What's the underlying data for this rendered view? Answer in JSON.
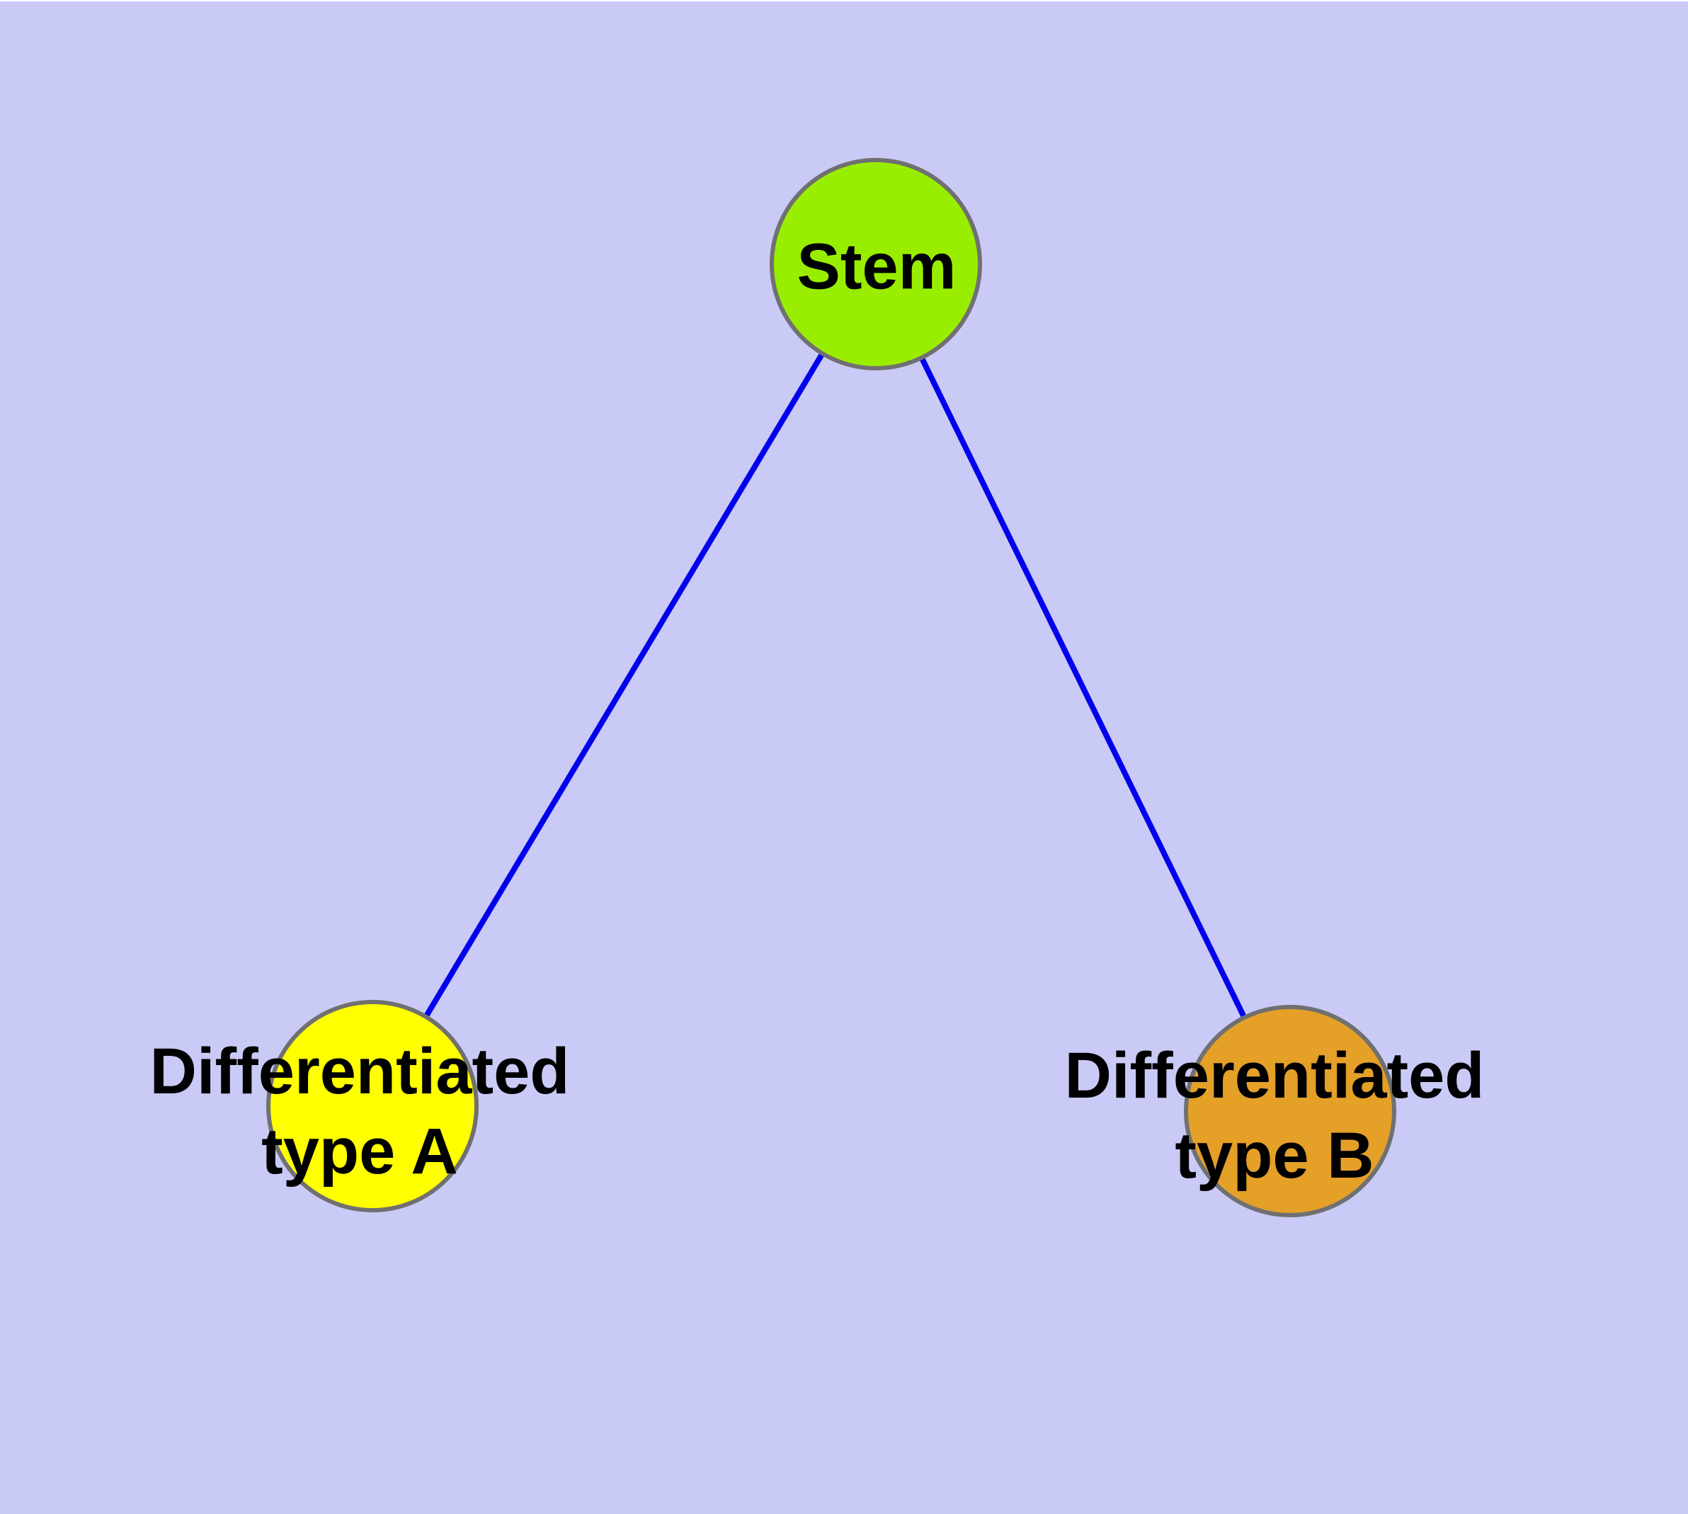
{
  "canvas": {
    "background_color": "#CACAF7",
    "edge_color": "#0000EE",
    "node_border_color": "#707070",
    "label_color": "#000000"
  },
  "diagram": {
    "type": "node-link-graph",
    "nodes": [
      {
        "id": "stem",
        "label": "Stem",
        "color": "#99EE00"
      },
      {
        "id": "differentiated-type-a",
        "label": "Differentiated\ntype A",
        "color": "#FFFF00"
      },
      {
        "id": "differentiated-type-b",
        "label": "Differentiated\ntype B",
        "color": "#E5A028"
      }
    ],
    "edges": [
      {
        "from": "stem",
        "to": "differentiated-type-a"
      },
      {
        "from": "stem",
        "to": "differentiated-type-b"
      }
    ]
  }
}
